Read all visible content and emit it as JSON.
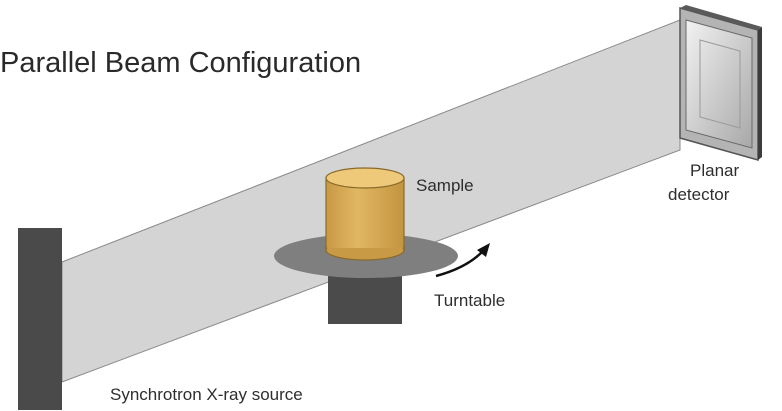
{
  "title": "Parallel Beam Configuration",
  "labels": {
    "sample": "Sample",
    "detector_line1": "Planar",
    "detector_line2": "detector",
    "turntable": "Turntable",
    "source": "Synchrotron X-ray source"
  },
  "colors": {
    "beam": "#d4d4d4",
    "beam_edge": "#8a8a8a",
    "source": "#4a4a4a",
    "turntable_disc": "#7f7f7f",
    "turntable_base": "#4b4b4b",
    "sample_body": "#dcb15d",
    "sample_top": "#edc979",
    "detector_frame": "#bcbcbc",
    "text": "#2e2e2e"
  },
  "icons": {
    "rotation_arrow": "curved-arrow-icon"
  }
}
